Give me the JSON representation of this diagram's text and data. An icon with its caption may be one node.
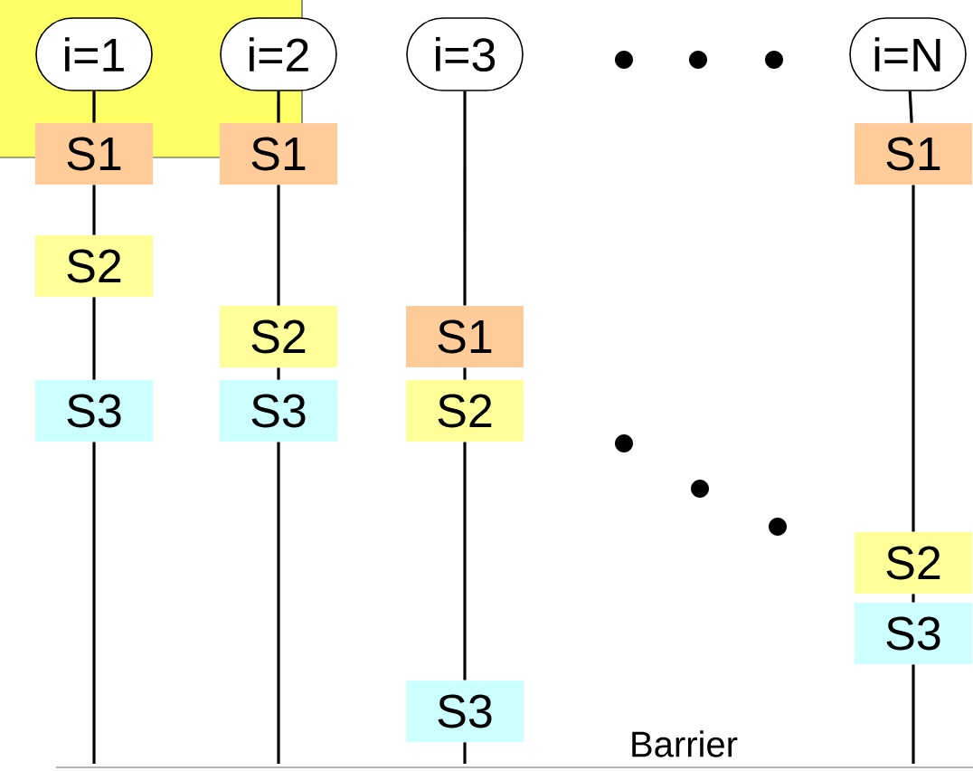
{
  "diagram": {
    "nodes": [
      {
        "text": [
          "i=1"
        ]
      },
      {
        "text": [
          "i=2"
        ]
      },
      {
        "text": [
          "i=3"
        ]
      },
      {
        "text": [
          "i=N"
        ]
      },
      {
        "text": [
          "S1"
        ]
      },
      {
        "text": [
          "S2"
        ]
      },
      {
        "text": [
          "S3"
        ]
      },
      {
        "text": [
          "S1"
        ]
      },
      {
        "text": [
          "S2"
        ]
      },
      {
        "text": [
          "S3"
        ]
      },
      {
        "text": [
          "S1"
        ]
      },
      {
        "text": [
          "S2"
        ]
      },
      {
        "text": [
          "S3"
        ]
      },
      {
        "text": [
          "S1"
        ]
      },
      {
        "text": [
          "S2"
        ]
      },
      {
        "text": [
          "S3"
        ]
      }
    ],
    "edges": [
      {
        "from": 0,
        "to": 4,
        "arrow": "none"
      },
      {
        "from": 4,
        "to": 5,
        "arrow": "none"
      },
      {
        "from": 5,
        "to": 6,
        "arrow": "none"
      },
      {
        "from": 6,
        "to": null,
        "arrow": "none"
      },
      {
        "from": 1,
        "to": 7,
        "arrow": "none"
      },
      {
        "from": 7,
        "to": 8,
        "arrow": "none"
      },
      {
        "from": 8,
        "to": 9,
        "arrow": "none"
      },
      {
        "from": 9,
        "to": null,
        "arrow": "none"
      },
      {
        "from": 2,
        "to": 10,
        "arrow": "none"
      },
      {
        "from": 10,
        "to": 11,
        "arrow": "none"
      },
      {
        "from": 11,
        "to": 12,
        "arrow": "none"
      },
      {
        "from": 12,
        "to": null,
        "arrow": "none"
      },
      {
        "from": 3,
        "to": 13,
        "arrow": "none"
      },
      {
        "from": 13,
        "to": 14,
        "arrow": "none"
      },
      {
        "from": 14,
        "to": 15,
        "arrow": "none"
      },
      {
        "from": 15,
        "to": null,
        "arrow": "none"
      }
    ],
    "labels": [
      "Barrier"
    ]
  }
}
